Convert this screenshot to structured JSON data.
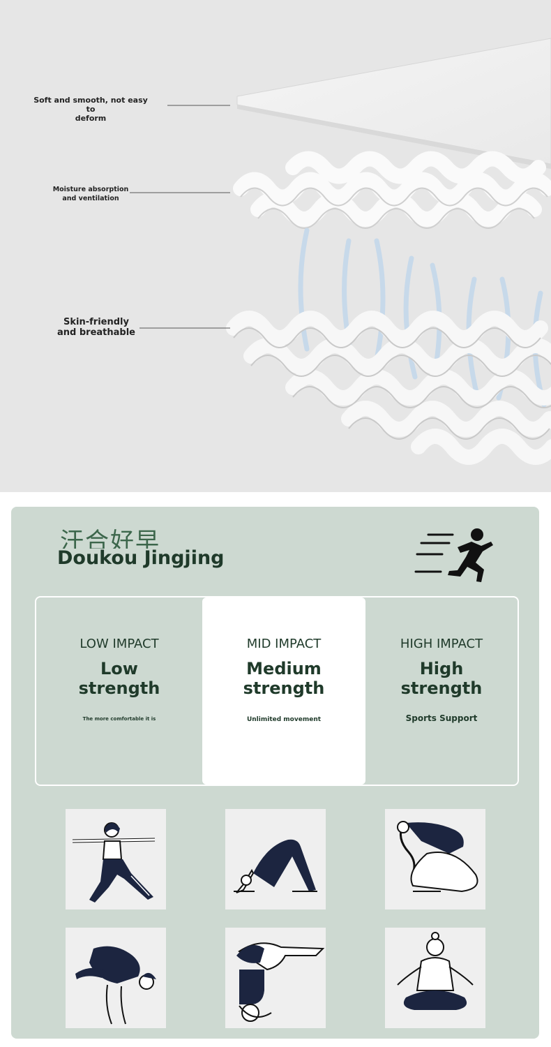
{
  "top": {
    "callouts": [
      {
        "line1": "Soft and smooth, not easy to",
        "line2": "deform"
      },
      {
        "line1": "Moisture absorption",
        "line2": "and ventilation"
      },
      {
        "line1": "Skin-friendly",
        "line2": "and breathable"
      }
    ]
  },
  "brand": {
    "cn": "汗合好早",
    "en": "Doukou Jingjing"
  },
  "impact": [
    {
      "level": "LOW IMPACT",
      "strength1": "Low",
      "strength2": "strength",
      "note": "The more comfortable it is"
    },
    {
      "level": "MID IMPACT",
      "strength1": "Medium",
      "strength2": "strength",
      "note": "Unlimited movement"
    },
    {
      "level": "HIGH IMPACT",
      "strength1": "High",
      "strength2": "strength",
      "note": "Sports Support"
    }
  ],
  "poses": [
    "warrior-pose-icon",
    "downward-dog-icon",
    "king-pigeon-icon",
    "crow-pose-icon",
    "plow-pose-icon",
    "lotus-meditation-icon"
  ],
  "colors": {
    "panel": "#cdd9d1",
    "text": "#1f3a2a",
    "navy": "#1c2540",
    "fabric": "#e6e6e6"
  }
}
